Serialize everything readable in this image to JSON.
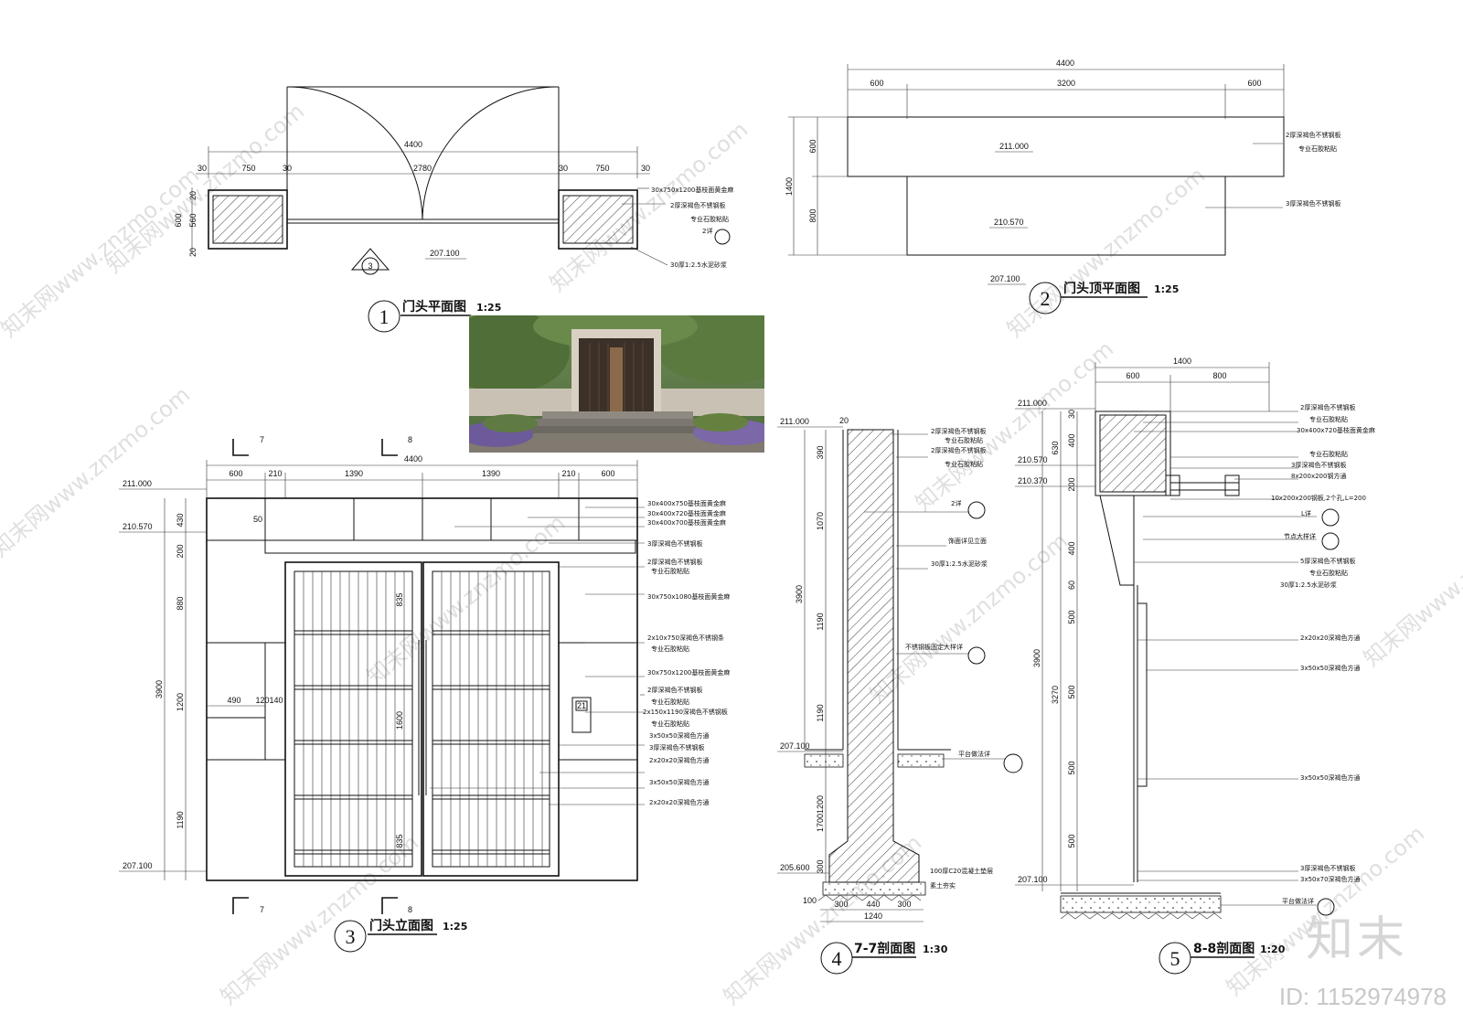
{
  "titles": {
    "plan": "门头平面图",
    "plan_scale": "1:25",
    "plan_num": "1",
    "roof": "门头顶平面图",
    "roof_scale": "1:25",
    "roof_num": "2",
    "elev": "门头立面图",
    "elev_scale": "1:25",
    "elev_num": "3",
    "sec7": "7-7剖面图",
    "sec7_scale": "1:30",
    "sec7_num": "4",
    "sec8": "8-8剖面图",
    "sec8_scale": "1:20",
    "sec8_num": "5"
  },
  "plan": {
    "total": "4400",
    "dims": [
      "30",
      "750",
      "30",
      "2780",
      "30",
      "750",
      "30"
    ],
    "left_dims": [
      "20",
      "560",
      "600",
      "20"
    ],
    "level": "207.100",
    "notes": [
      "30x750x1200基枝面黄金麻",
      "2厚深褐色不锈钢板",
      "专业石胶粘贴",
      "2详",
      "30厚1:2.5水泥砂浆"
    ],
    "section_mark": "3"
  },
  "roof": {
    "total": "4400",
    "dims": [
      "600",
      "3200",
      "600"
    ],
    "left_total": "1400",
    "left_dims": [
      "600",
      "800"
    ],
    "levels": [
      "211.000",
      "210.570",
      "207.100"
    ],
    "notes": [
      "2厚深褐色不锈钢板",
      "专业石胶粘贴",
      "3厚深褐色不锈钢板"
    ]
  },
  "elev": {
    "total": "4400",
    "dims": [
      "600",
      "210",
      "1390",
      "1390",
      "210",
      "600"
    ],
    "levels": [
      "211.000",
      "210.570",
      "207.100"
    ],
    "left_dims": [
      "430",
      "200",
      "880",
      "1200",
      "1190"
    ],
    "total_h": "3900",
    "cut_marks": [
      "7",
      "8"
    ],
    "inner_dims": [
      "490",
      "120",
      "140",
      "50",
      "1600",
      "835"
    ],
    "notes": [
      "30x400x750基枝面黄金麻",
      "30x400x720基枝面黄金麻",
      "30x400x700基枝面黄金麻",
      "3厚深褐色不锈钢板",
      "2厚深褐色不锈钢板",
      "专业石胶粘贴",
      "30x750x1080基枝面黄金麻",
      "2x10x750深褐色不锈钢条",
      "专业石胶粘贴",
      "30x750x1200基枝面黄金麻",
      "2厚深褐色不锈钢板",
      "专业石胶粘贴",
      "2x150x1190深褐色不锈钢板",
      "专业石胶粘贴",
      "3x50x50深褐色方通",
      "3厚深褐色不锈钢板",
      "2x20x20深褐色方通",
      "3x50x50深褐色方通",
      "2x20x20深褐色方通"
    ],
    "box_label": "21"
  },
  "sec7": {
    "levels": [
      "211.000",
      "207.100",
      "205.600"
    ],
    "left_dims": [
      "390",
      "1070",
      "1190",
      "1190",
      "1200",
      "1700",
      "300"
    ],
    "bottom_dims": [
      "300",
      "440",
      "300"
    ],
    "bottom_total": "1240",
    "total_h": "3900",
    "top_dim": "20",
    "side_dim": "100",
    "notes": [
      "2厚深褐色不锈钢板",
      "专业石胶粘贴",
      "2厚深褐色不锈钢板",
      "专业石胶粘贴",
      "2详",
      "饰面详见立面",
      "30厚1:2.5水泥砂浆",
      "不锈钢板固定大样详",
      "平台做法详",
      "100厚C20混凝土垫层",
      "素土夯实"
    ]
  },
  "sec8": {
    "top_total": "1400",
    "top_dims": [
      "600",
      "800"
    ],
    "levels": [
      "211.000",
      "210.570",
      "210.370",
      "207.100"
    ],
    "left_dims": [
      "30",
      "400",
      "630",
      "200",
      "60",
      "400",
      "500",
      "500",
      "500",
      "500",
      "3270",
      "3900"
    ],
    "notes": [
      "2厚深褐色不锈钢板",
      "专业石胶粘贴",
      "30x400x720基枝面黄金麻",
      "专业石胶粘贴",
      "3厚深褐色不锈钢板",
      "8x200x200钢方通",
      "10x200x200钢板,2个孔,L=200",
      "L详",
      "节点大样详",
      "5厚深褐色不锈钢板",
      "专业石胶粘贴",
      "30厚1:2.5水泥砂浆",
      "2x20x20深褐色方通",
      "3x50x50深褐色方通",
      "3x50x50深褐色方通",
      "3厚深褐色不锈钢板",
      "3x50x70深褐色方通",
      "平台做法详"
    ]
  },
  "watermark": {
    "text": "知末网www.znzmo.com",
    "brand": "知末",
    "id": "ID: 1152974978"
  }
}
